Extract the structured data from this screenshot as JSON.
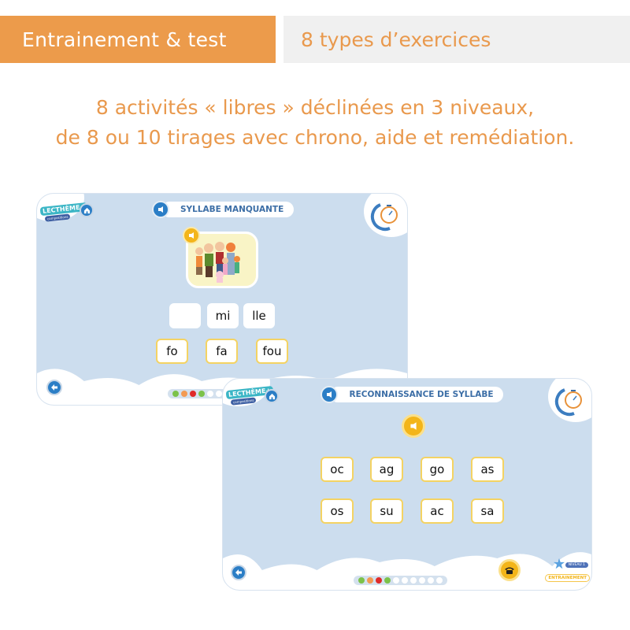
{
  "header": {
    "tab_active": "Entrainement & test",
    "tab_secondary": "8 types d’exercices",
    "subtitle_line1": "8 activités « libres » déclinées en 3 niveaux,",
    "subtitle_line2": "de 8 ou 10 tirages avec chrono, aide et remédiation."
  },
  "colors": {
    "accent": "#ec9b4b",
    "screen_bg": "#ccddee",
    "title_blue": "#3c6ea6",
    "choice_border": "#f4d363"
  },
  "screen1": {
    "logo": "LECTHÈME+",
    "logo_sub": "compositions",
    "title": "SYLLABE MANQUANTE",
    "picture": "family-illustration",
    "word_slots": [
      "",
      "mi",
      "lle"
    ],
    "choices": [
      "fo",
      "fa",
      "fou"
    ],
    "progress": [
      "#7cc24a",
      "#f39a52",
      "#e02a2a",
      "#7cc24a",
      "#ffffff",
      "#ffffff"
    ]
  },
  "screen2": {
    "logo": "LECTHÈME+",
    "logo_sub": "compositions",
    "title": "RECONNAISSANCE DE SYLLABE",
    "choices_row1": [
      "oc",
      "ag",
      "go",
      "as"
    ],
    "choices_row2": [
      "os",
      "su",
      "ac",
      "sa"
    ],
    "progress": [
      "#7cc24a",
      "#f39a52",
      "#e02a2a",
      "#7cc24a",
      "#ffffff",
      "#ffffff",
      "#ffffff",
      "#ffffff",
      "#ffffff",
      "#ffffff"
    ],
    "level": "NIVEAU 1",
    "mode": "ENTRAINEMENT"
  }
}
